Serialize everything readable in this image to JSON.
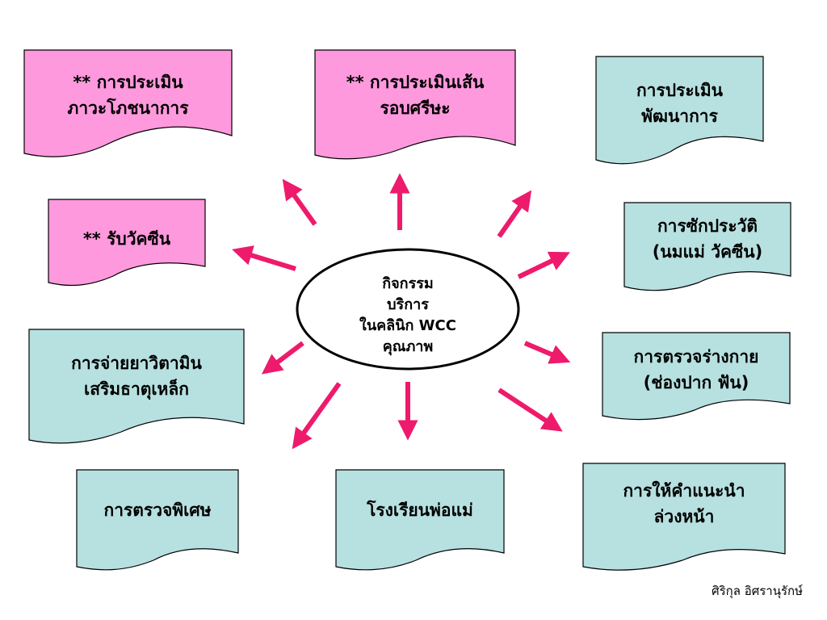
{
  "colors": {
    "pink": "#ff99dd",
    "teal": "#b7e0e0",
    "arrow": "#ee1a6b",
    "outline": "#000000"
  },
  "center": {
    "label": "กิจกรรม\nบริการ\nในคลินิก WCC\nคุณภาพ"
  },
  "nodes": [
    {
      "id": "nutrition",
      "label": "** การประเมิน\nภาวะโภชนาการ",
      "color": "pink"
    },
    {
      "id": "head-circumference",
      "label": "** การประเมินเส้น\nรอบศรีษะ",
      "color": "pink"
    },
    {
      "id": "development",
      "label": "การประเมิน\nพัฒนาการ",
      "color": "teal"
    },
    {
      "id": "vaccine",
      "label": "** รับวัคซีน",
      "color": "pink"
    },
    {
      "id": "history",
      "label": "การซักประวัติ\n(นมแม่ วัคซีน)",
      "color": "teal"
    },
    {
      "id": "vitamin",
      "label": "การจ่ายยาวิตามิน\nเสริมธาตุเหล็ก",
      "color": "teal"
    },
    {
      "id": "physical-exam",
      "label": "การตรวจร่างกาย\n(ช่องปาก ฟัน)",
      "color": "teal"
    },
    {
      "id": "special-exam",
      "label": "การตรวจพิเศษ",
      "color": "teal"
    },
    {
      "id": "parent-school",
      "label": "โรงเรียนพ่อแม่",
      "color": "teal"
    },
    {
      "id": "guidance",
      "label": "การให้คำแนะนำ\nล่วงหน้า",
      "color": "teal"
    }
  ],
  "author": "ศิริกุล อิศรานุรักษ์"
}
